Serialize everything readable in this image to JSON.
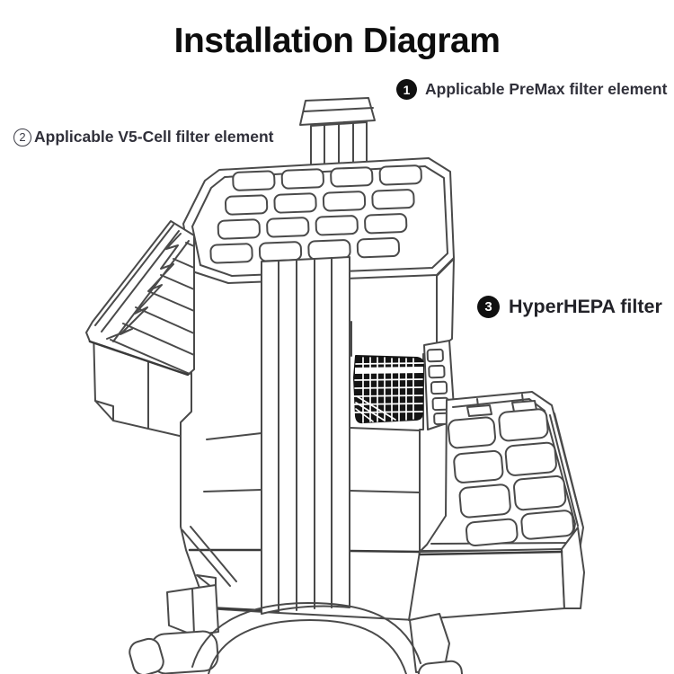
{
  "page": {
    "title": "Installation Diagram",
    "background": "#ffffff"
  },
  "callouts": {
    "premax": {
      "marker": "1",
      "marker_style": "filled-circle",
      "text": "Applicable PreMax filter element"
    },
    "v5cell": {
      "marker": "2",
      "marker_style": "outline-circle",
      "text": "Applicable V5-Cell filter element"
    },
    "hyperhepa": {
      "marker": "3",
      "marker_style": "filled-circle",
      "text": "HyperHEPA filter"
    }
  },
  "diagram": {
    "subject": "Exploded line drawing of a tower air purifier",
    "parts": {
      "top_handle": "carry handle with slats",
      "top_grille": "PreMax filter element - top 4x4 grille panel",
      "left_filter": "V5-Cell filter element - pleated cartridge slid out to the left",
      "center_mesh": "dark fan mesh opening in mid body",
      "right_tray": "HyperHEPA filter tray slid out to the right",
      "strap": "front strap band running down the center",
      "base": "arched base with caster wheels"
    },
    "colors": {
      "line": "#4a4a4a",
      "line_dark": "#3a3a3a",
      "mesh_fill": "#141414",
      "background": "#ffffff"
    }
  },
  "text_colors": {
    "title": "#0d0d0d",
    "label": "#30303a",
    "marker_bg": "#101010",
    "marker_fg": "#ffffff"
  }
}
